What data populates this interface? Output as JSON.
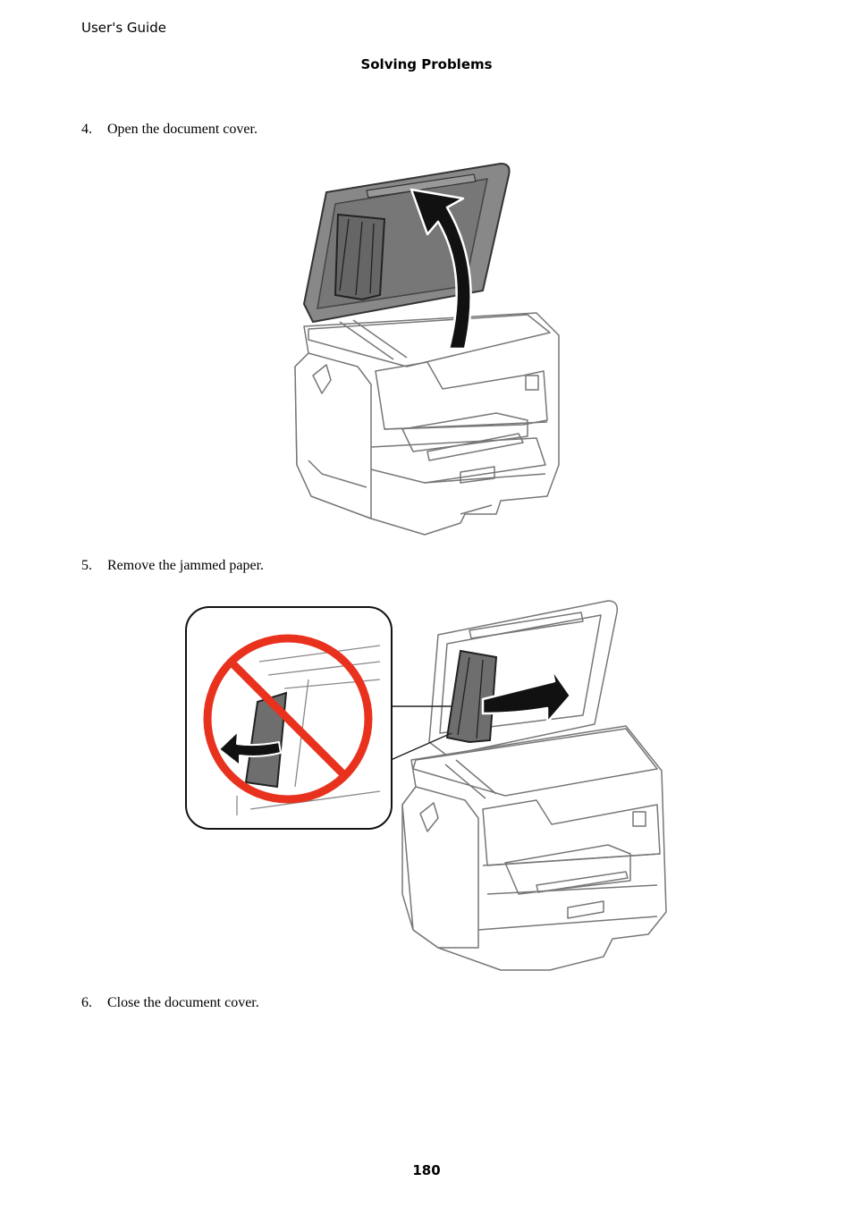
{
  "header": {
    "guide_title": "User's Guide",
    "section_title": "Solving Problems"
  },
  "steps": [
    {
      "number": "4.",
      "text": "Open the document cover."
    },
    {
      "number": "5.",
      "text": "Remove the jammed paper."
    },
    {
      "number": "6.",
      "text": "Close the document cover."
    }
  ],
  "footer": {
    "page_number": "180"
  },
  "colors": {
    "prohibition": "#e8321e",
    "cover_fill": "#808080",
    "paper_fill": "#6e6e6e"
  }
}
